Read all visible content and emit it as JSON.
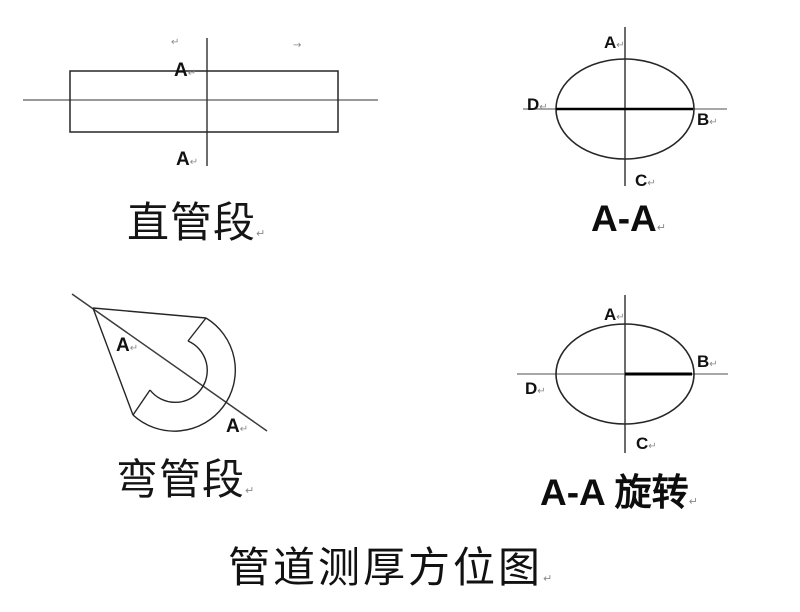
{
  "title": "管道测厚方位图",
  "marks": {
    "paragraph": "↵",
    "arrow": "→"
  },
  "straight_section": {
    "point_top": "A",
    "point_bottom": "A",
    "caption": "直管段"
  },
  "section_view": {
    "point_a": "A",
    "point_b": "B",
    "point_c": "C",
    "point_d": "D",
    "caption": "A-A"
  },
  "bend_section": {
    "point_upper": "A",
    "point_lower": "A",
    "caption": "弯管段"
  },
  "rotated_view": {
    "point_a": "A",
    "point_b": "B",
    "point_c": "C",
    "point_d": "D",
    "caption": "A-A 旋转"
  },
  "colors": {
    "construction_line": "#8a8a8a",
    "axis_line": "#3c3c3c",
    "shape_stroke": "#262626",
    "bold_diameter": "#000000"
  }
}
